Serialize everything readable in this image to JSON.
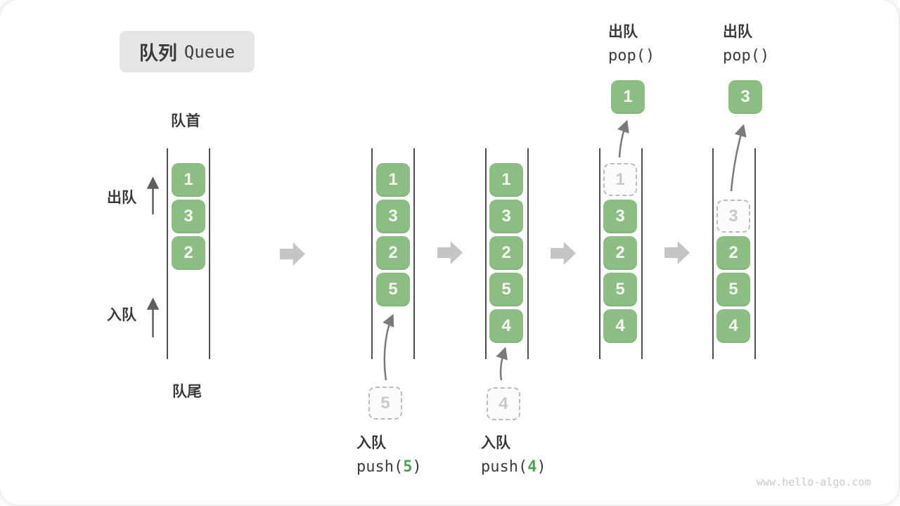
{
  "title": {
    "zh": "队列",
    "en": "Queue"
  },
  "labels": {
    "front": "队首",
    "rear": "队尾",
    "dequeue": "出队",
    "enqueue": "入队"
  },
  "colors": {
    "cell_green": "#8CBE83",
    "accent_green": "#4CA24F",
    "block_arrow_gray": "#C5C5C5",
    "ghost_gray": "#BCBCBC",
    "wall_gray": "#4F4F4F"
  },
  "columns": {
    "c1": {
      "cells": [
        "1",
        "3",
        "2"
      ]
    },
    "c2": {
      "cells": [
        "1",
        "3",
        "2",
        "5"
      ],
      "ghost": "5"
    },
    "c3": {
      "cells": [
        "1",
        "3",
        "2",
        "5",
        "4"
      ],
      "ghost": "4"
    },
    "c4": {
      "ghost": "1",
      "cells": [
        "3",
        "2",
        "5",
        "4"
      ],
      "popped": "1"
    },
    "c5": {
      "ghost": "3",
      "cells": [
        "2",
        "5",
        "4"
      ],
      "popped": "3"
    }
  },
  "ops": {
    "push5": {
      "label": "入队",
      "fn": "push(",
      "arg": "5",
      "close": ")"
    },
    "push4": {
      "label": "入队",
      "fn": "push(",
      "arg": "4",
      "close": ")"
    },
    "pop1": {
      "label": "出队",
      "code": "pop()"
    },
    "pop2": {
      "label": "出队",
      "code": "pop()"
    }
  },
  "watermark": "www.hello-algo.com"
}
